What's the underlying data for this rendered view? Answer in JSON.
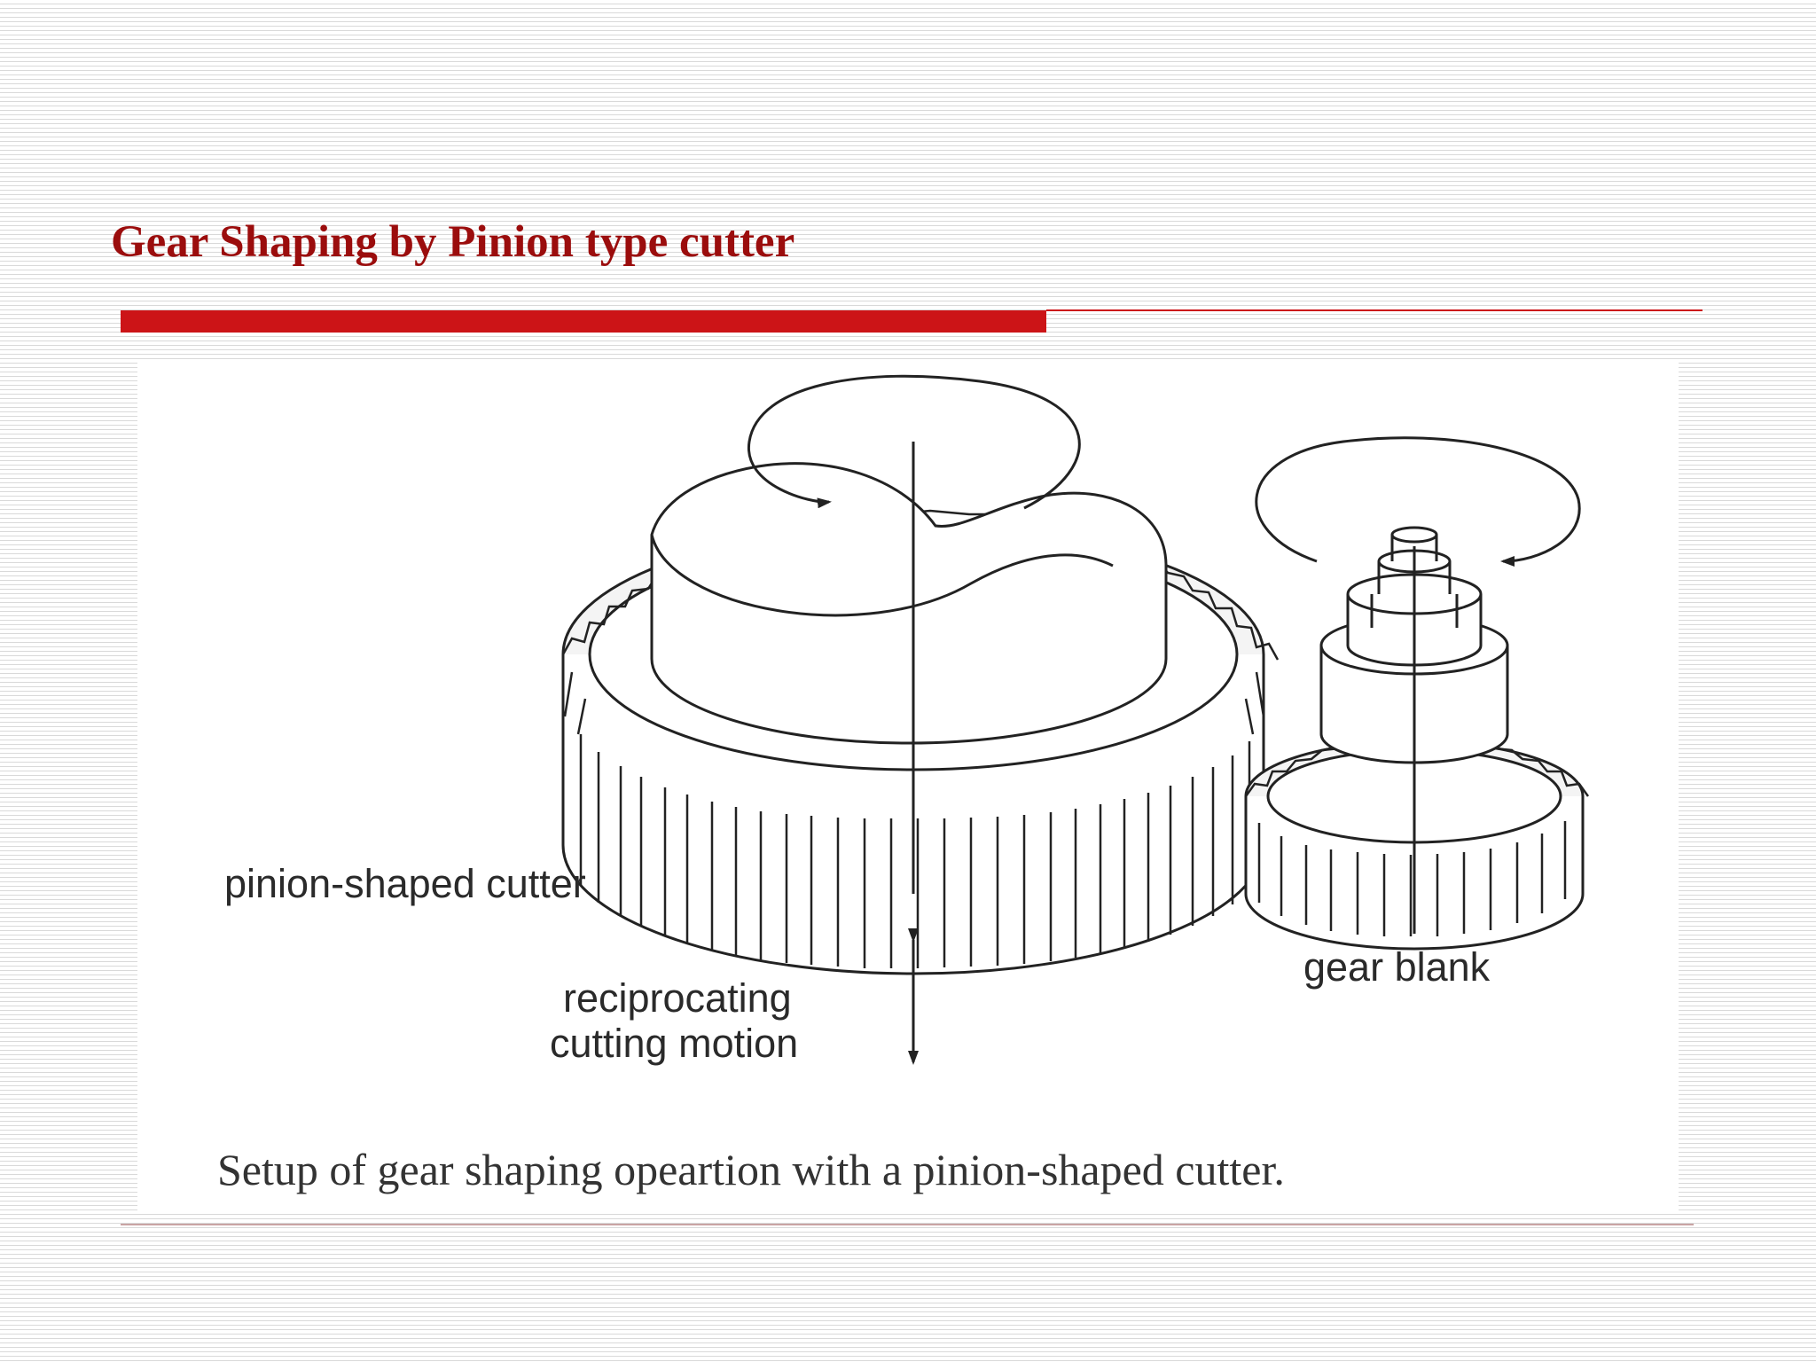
{
  "slide": {
    "title": "Gear Shaping by Pinion type cutter",
    "accent_color": "#cc1417",
    "title_color": "#9b0d0d"
  },
  "figure": {
    "labels": {
      "cutter": "pinion-shaped cutter",
      "motion_line1": "reciprocating",
      "motion_line2": "cutting motion",
      "blank": "gear blank"
    },
    "caption": "Setup of gear shaping opeartion with a pinion-shaped cutter."
  }
}
